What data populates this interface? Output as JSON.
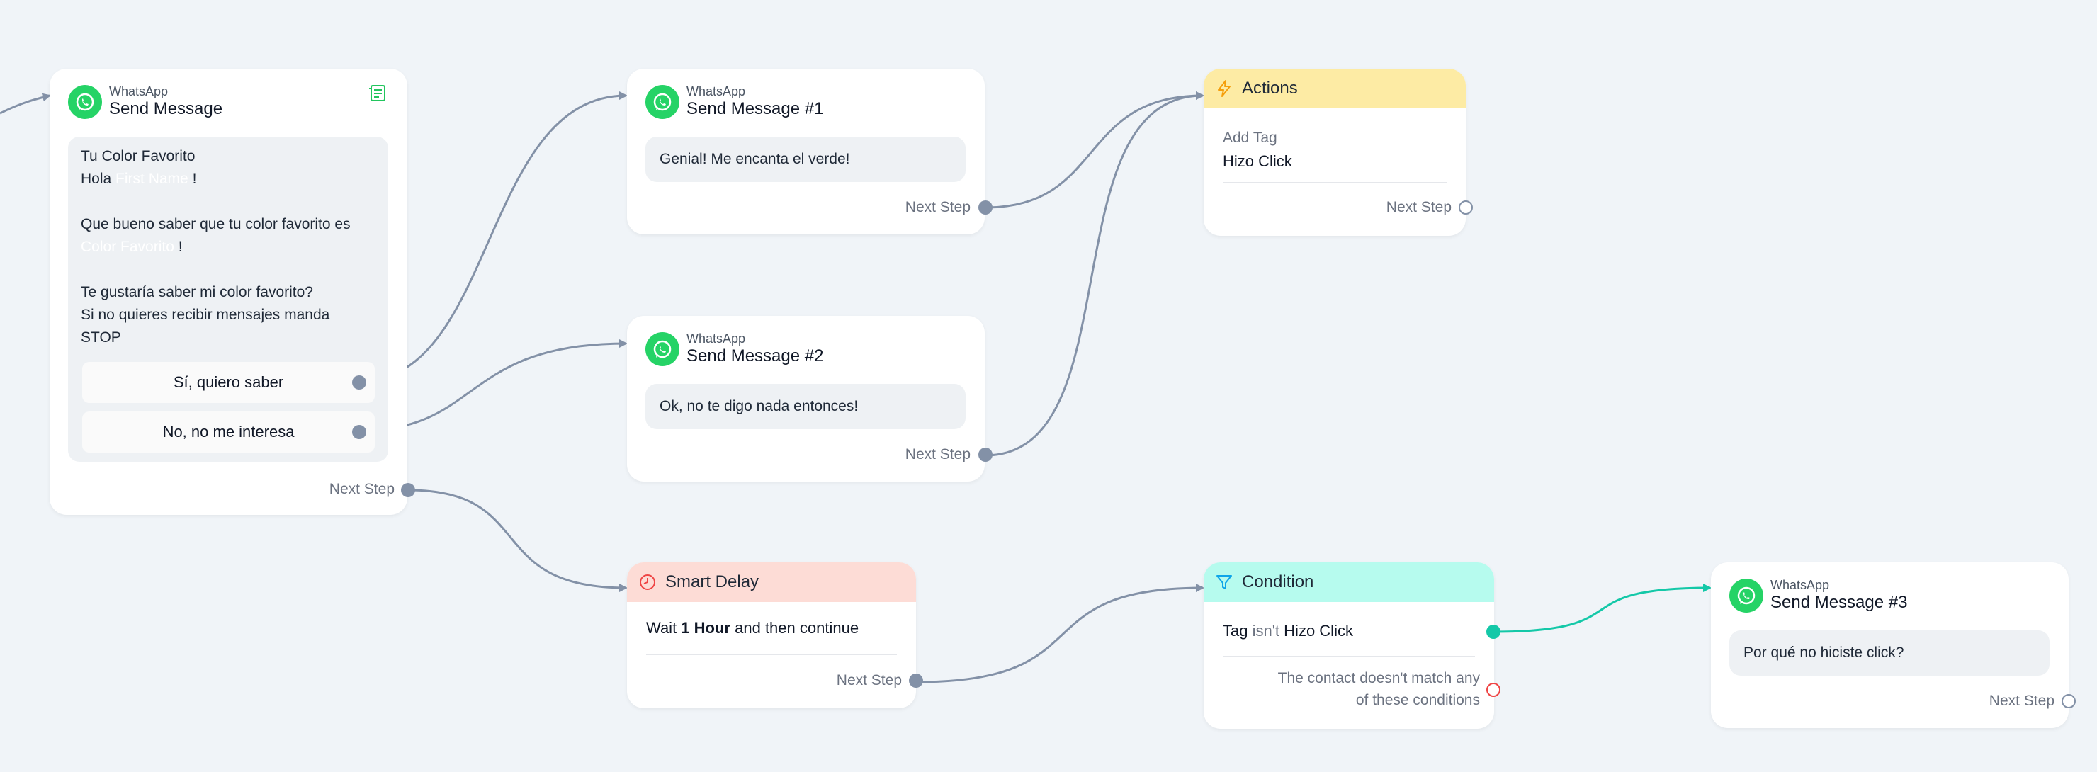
{
  "colors": {
    "canvas": "#f0f4f8",
    "edge": "#8391a7",
    "edge_true": "#14c8a8",
    "whatsapp": "#25d366",
    "actions_header": "#fdeba4",
    "delay_header": "#fddcd6",
    "condition_header": "#b6fbee"
  },
  "node1": {
    "channel": "WhatsApp",
    "title": "Send Message",
    "corner_icon": "note-icon",
    "message_lines": [
      "Tu Color Favorito",
      "Hola",
      "First Name",
      "!",
      "Que bueno saber que tu color favorito es",
      "Color Favorito",
      "!",
      "Te gustaría saber mi color favorito?",
      "Si no quieres recibir mensajes manda",
      "STOP"
    ],
    "buttons": [
      "Sí, quiero saber",
      "No, no me interesa"
    ],
    "next_step": "Next Step"
  },
  "node2": {
    "channel": "WhatsApp",
    "title": "Send Message #1",
    "message": "Genial! Me encanta el verde!",
    "next_step": "Next Step"
  },
  "node3": {
    "channel": "WhatsApp",
    "title": "Send Message #2",
    "message": "Ok, no te digo nada entonces!",
    "next_step": "Next Step"
  },
  "actions": {
    "title": "Actions",
    "icon": "lightning-icon",
    "label": "Add Tag",
    "value": "Hizo Click",
    "next_step": "Next Step"
  },
  "delay": {
    "title": "Smart Delay",
    "icon": "clock-icon",
    "text_before": "Wait",
    "amount": "1 Hour",
    "text_after": "and then continue",
    "next_step": "Next Step"
  },
  "condition": {
    "title": "Condition",
    "icon": "filter-icon",
    "tag_label": "Tag",
    "operator": "isn't",
    "tag_value": "Hizo Click",
    "else_line1": "The contact doesn't match any",
    "else_line2": "of these conditions"
  },
  "node4": {
    "channel": "WhatsApp",
    "title": "Send Message #3",
    "message": "Por qué no hiciste click?",
    "next_step": "Next Step"
  }
}
